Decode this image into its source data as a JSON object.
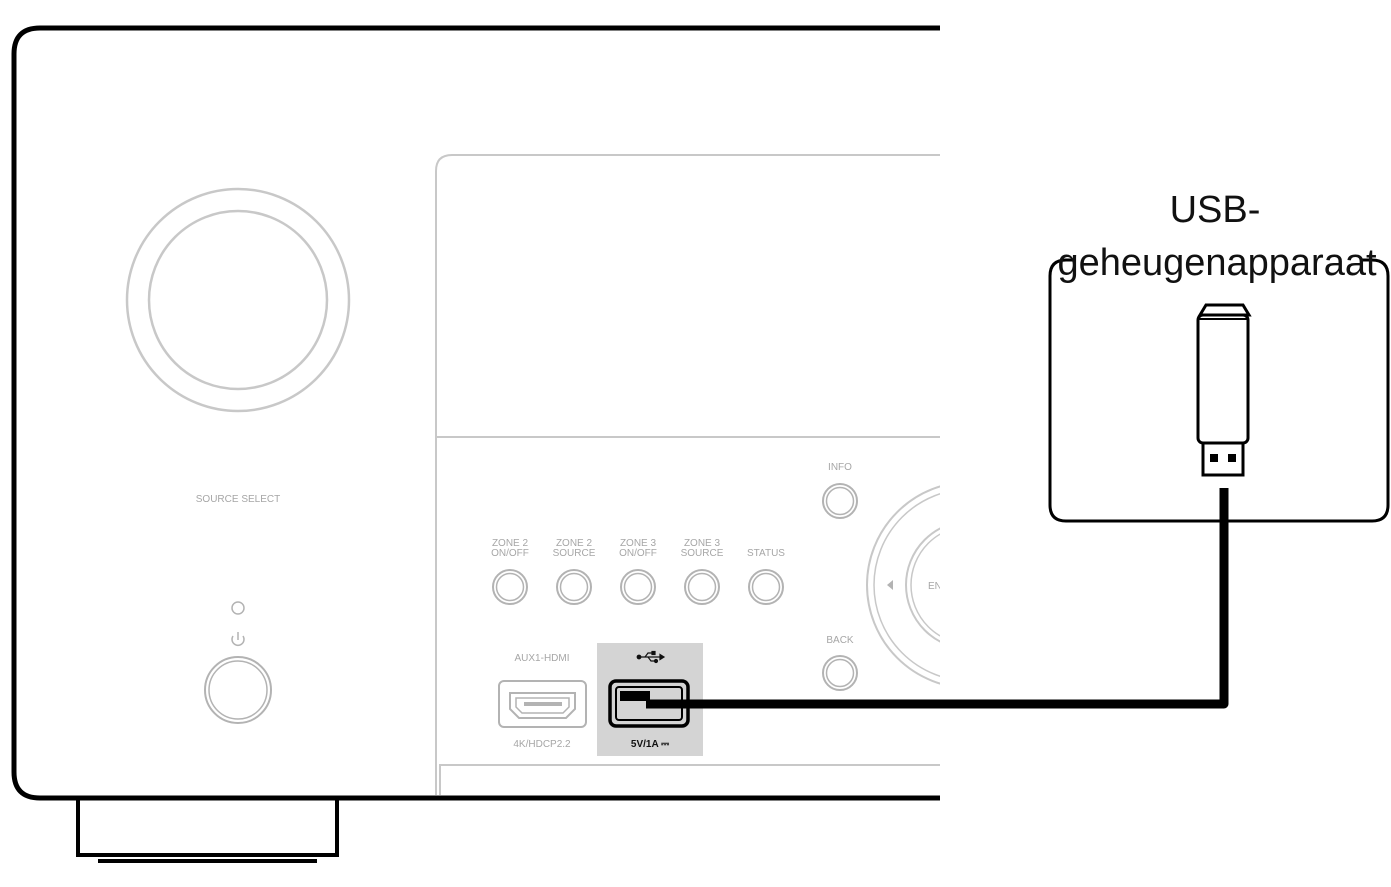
{
  "device": {
    "source_select_label": "SOURCE SELECT",
    "power_icon": "power-icon",
    "zone_buttons": [
      {
        "line1": "ZONE 2",
        "line2": "ON/OFF"
      },
      {
        "line1": "ZONE 2",
        "line2": "SOURCE"
      },
      {
        "line1": "ZONE 3",
        "line2": "ON/OFF"
      },
      {
        "line1": "ZONE 3",
        "line2": "SOURCE"
      },
      {
        "line1": "",
        "line2": "STATUS"
      }
    ],
    "info_label": "INFO",
    "back_label": "BACK",
    "enter_partial_label": "EN",
    "aux_hdmi_label": "AUX1-HDMI",
    "hdcp_label": "4K/HDCP2.2",
    "usb_icon": "usb-icon",
    "usb_rating_label": "5V/1A ⎓"
  },
  "callout": {
    "line1": "USB-",
    "line2": "geheugenapparaat"
  },
  "colors": {
    "panel_outline": "#000000",
    "control_gray": "#b3b3b3",
    "usb_highlight": "#d4d4d4",
    "cable": "#000000"
  }
}
